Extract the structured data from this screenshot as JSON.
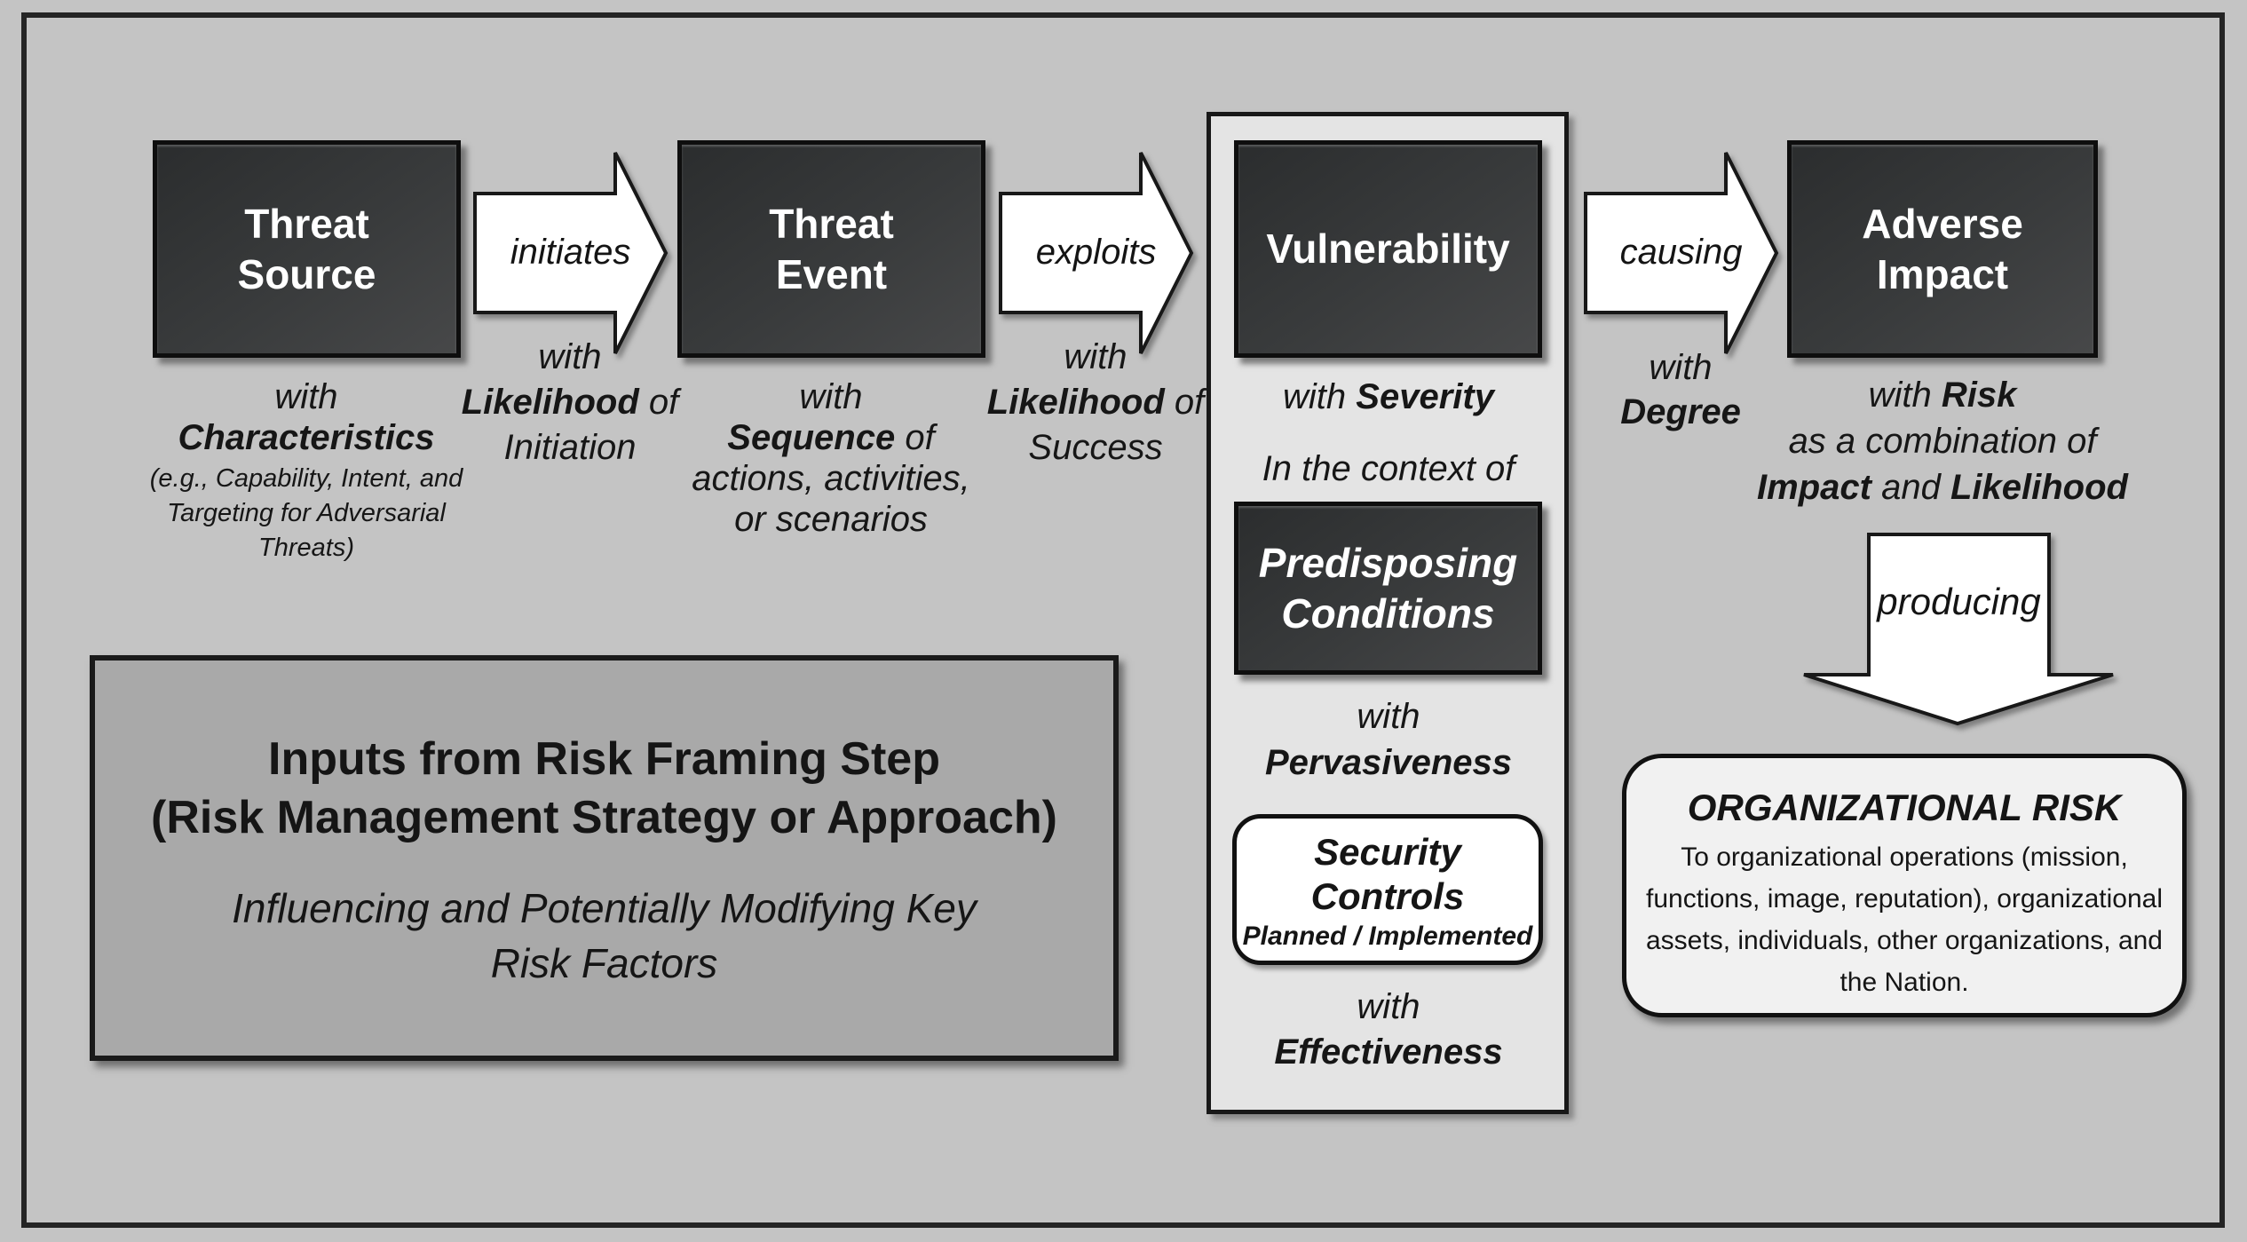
{
  "colors": {
    "background": "#c4c4c4",
    "dark_box": "#323435",
    "vulnerability_panel": "#e4e4e4",
    "inputs_panel": "#a9a9a9",
    "arrow_fill": "#ffffff",
    "org_risk_panel": "#f1f1f1"
  },
  "boxes": {
    "threat_source": {
      "line1": "Threat",
      "line2": "Source"
    },
    "threat_event": {
      "line1": "Threat",
      "line2": "Event"
    },
    "vulnerability": {
      "line1": "Vulnerability"
    },
    "adverse_impact": {
      "line1": "Adverse",
      "line2": "Impact"
    },
    "predisposing_conditions": {
      "line1": "Predisposing",
      "line2": "Conditions"
    },
    "security_controls": {
      "title": "Security Controls",
      "subtitle": "Planned / Implemented"
    },
    "inputs": {
      "title1": "Inputs from Risk Framing Step",
      "title2": "(Risk Management Strategy or Approach)",
      "sub1": "Influencing and Potentially Modifying Key",
      "sub2": "Risk Factors"
    },
    "organizational_risk": {
      "title": "ORGANIZATIONAL RISK",
      "body1": "To organizational operations (mission,",
      "body2": "functions, image, reputation), organizational",
      "body3": "assets, individuals, other organizations, and",
      "body4": "the Nation."
    }
  },
  "arrows": {
    "initiates": "initiates",
    "exploits": "exploits",
    "causing": "causing",
    "producing": "producing"
  },
  "annotations": {
    "threat_source": {
      "with": "with",
      "bold": "Characteristics",
      "small1": "(e.g., Capability, Intent, and",
      "small2": "Targeting for Adversarial",
      "small3": "Threats)"
    },
    "initiates": {
      "with": "with",
      "bold": "Likelihood",
      "rest": " of",
      "line3": "Initiation"
    },
    "threat_event": {
      "with": "with",
      "bold": "Sequence",
      "rest": " of",
      "line3": "actions, activities,",
      "line4": "or scenarios"
    },
    "exploits": {
      "with": "with",
      "bold": "Likelihood",
      "rest": " of",
      "line3": "Success"
    },
    "causing": {
      "with": "with",
      "bold": "Degree"
    },
    "adverse_impact": {
      "with": "with ",
      "bold1": "Risk",
      "line2": "as a combination of",
      "bold2": "Impact",
      "mid": " and ",
      "bold3": "Likelihood"
    },
    "severity": {
      "with": "with ",
      "bold": "Severity"
    },
    "context": "In the context of",
    "pervasiveness": {
      "with": "with",
      "bold": "Pervasiveness"
    },
    "effectiveness": {
      "with": "with",
      "bold": "Effectiveness"
    }
  }
}
